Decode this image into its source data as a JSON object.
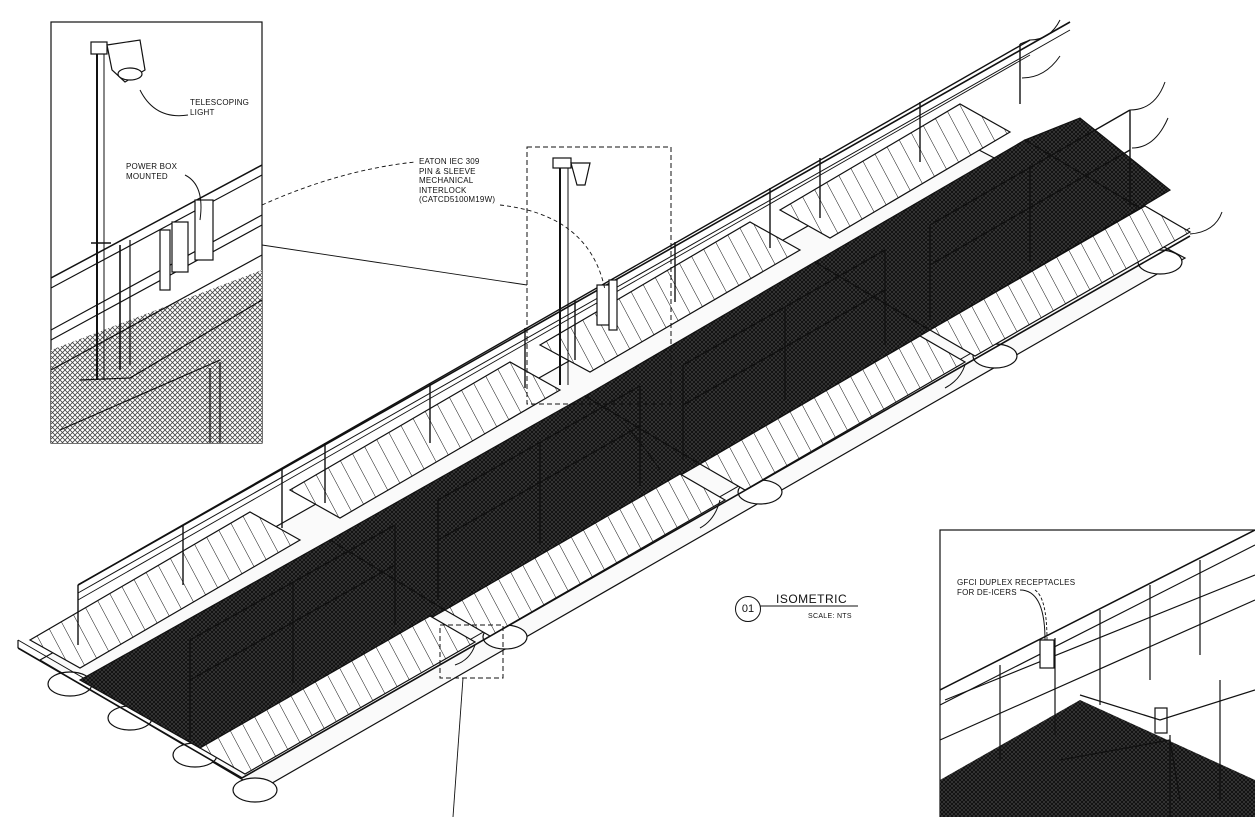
{
  "callouts": {
    "telescoping_light": "TELESCOPING\nLIGHT",
    "power_box": "POWER BOX\nMOUNTED",
    "eaton_interlock": "EATON IEC 309\nPIN & SLEEVE\nMECHANICAL\nINTERLOCK\n(CATCD5100M19W)",
    "gfci": "GFCI DUPLEX RECEPTACLES\nFOR DE-ICERS"
  },
  "title_block": {
    "number": "01",
    "title": "ISOMETRIC",
    "scale": "SCALE: NTS"
  },
  "colors": {
    "line": "#111111",
    "grating": "#2a2a2a"
  }
}
